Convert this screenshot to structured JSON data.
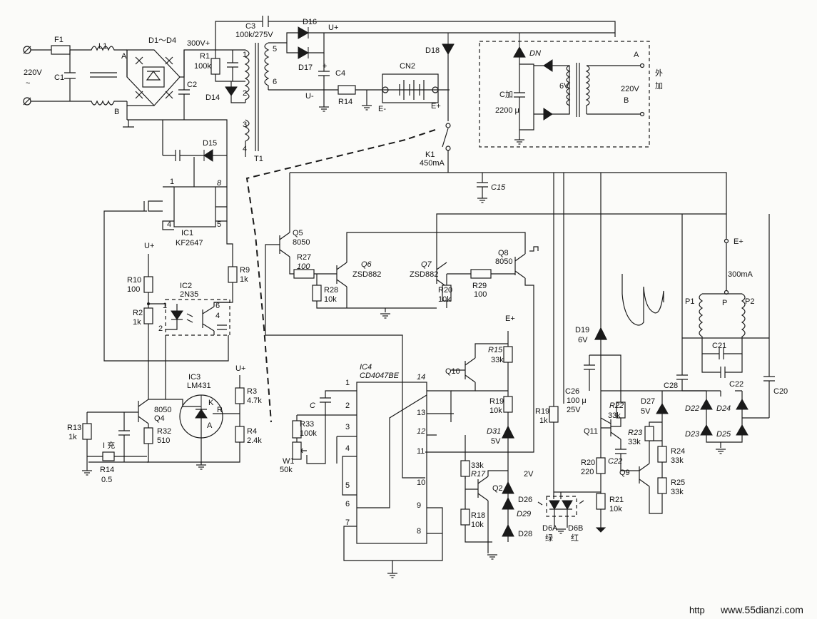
{
  "input": {
    "voltage": "220V",
    "tilde": "~",
    "fuse": "F1",
    "cap": "C1",
    "choke": "L1",
    "node_a": "A",
    "node_b": "B"
  },
  "bridge": {
    "label": "D1～D4",
    "vplus": "300V+",
    "c2": "C2"
  },
  "r1": {
    "name": "R1",
    "value": "100k"
  },
  "c3": {
    "name": "C3",
    "value": "100k/275V"
  },
  "d14": "D14",
  "d15": "D15",
  "d16": "D16",
  "d17": "D17",
  "d18": "D18",
  "t1": {
    "name": "T1",
    "pins": [
      "1",
      "2",
      "3",
      "4",
      "5",
      "6"
    ]
  },
  "rails": {
    "uplus": "U+",
    "uminus": "U-",
    "eplus": "E+",
    "eminus": "E-"
  },
  "c4": "C4",
  "r14_top": "R14",
  "cn2": "CN2",
  "ext": {
    "dn": "DN",
    "c_label": "C加",
    "c_value": "2200 μ",
    "v6": "6V",
    "v220": "220V",
    "a": "A",
    "b": "B",
    "ext_word": "外\n加"
  },
  "k1": {
    "name": "K1",
    "value": "450mA"
  },
  "c15": "C15",
  "ic1": {
    "name": "IC1",
    "part": "KF2647",
    "pins": [
      "1",
      "8",
      "4",
      "5"
    ]
  },
  "r9": {
    "name": "R9",
    "value": "1k"
  },
  "r10": {
    "name": "R10",
    "value": "100"
  },
  "r2": {
    "name": "R2",
    "value": "1k"
  },
  "ic2": {
    "name": "IC2",
    "part": "2N35",
    "pins": [
      "1",
      "2",
      "6",
      "4"
    ]
  },
  "ic3": {
    "name": "IC3",
    "part": "LM431",
    "k": "K",
    "r": "R",
    "a": "A"
  },
  "r3": {
    "name": "R3",
    "value": "4.7k"
  },
  "r4": {
    "name": "R4",
    "value": "2.4k"
  },
  "q4": {
    "type": "8050",
    "name": "Q4"
  },
  "r32": {
    "name": "R32",
    "value": "510"
  },
  "r13": {
    "name": "R13",
    "value": "1k"
  },
  "r14": {
    "name": "R14",
    "value": "0.5"
  },
  "charge": "I 充",
  "q5": {
    "name": "Q5",
    "type": "8050"
  },
  "r27": {
    "name": "R27",
    "value": "100"
  },
  "q6": {
    "name": "Q6",
    "type": "ZSD882"
  },
  "r28": {
    "name": "R28",
    "value": "10k"
  },
  "q7": {
    "name": "Q7",
    "type": "ZSD882"
  },
  "r20a": {
    "name": "R20",
    "value": "10k"
  },
  "r29": {
    "name": "R29",
    "value": "100"
  },
  "q8": {
    "name": "Q8",
    "type": "8050"
  },
  "eplus_out": "E+",
  "i_out": "300mA",
  "coil": {
    "p1": "P1",
    "p": "P",
    "p2": "P2"
  },
  "c21": "C21",
  "c22a": "C22",
  "c28": "C28",
  "c20": "C20",
  "c26": {
    "name": "C26",
    "value": "100 μ",
    "volt": "25V"
  },
  "d19": {
    "name": "D19",
    "value": "6V"
  },
  "ic4": {
    "name": "IC4",
    "part": "CD4047BE",
    "pins_left": [
      "1",
      "2",
      "3",
      "4",
      "5",
      "6",
      "7"
    ],
    "pins_right": [
      "14",
      "13",
      "12",
      "11",
      "10",
      "9",
      "8"
    ]
  },
  "c_osc": "C",
  "r33": {
    "name": "R33",
    "value": "100k"
  },
  "w1": {
    "name": "W1",
    "value": "50k"
  },
  "q10": "Q10",
  "r15": {
    "name": "R15",
    "value": "33k"
  },
  "r19a": {
    "name": "R19",
    "value": "10k"
  },
  "d31": {
    "name": "D31",
    "value": "5V"
  },
  "r19b": {
    "name": "R19",
    "value": "1k"
  },
  "r17": {
    "name": "R17",
    "value": "33k"
  },
  "q2": "Q2",
  "v2": "2V",
  "r18": {
    "name": "R18",
    "value": "10k"
  },
  "d26": "D26",
  "d29": "D29",
  "d28": "D28",
  "d6": {
    "a": "D6A",
    "a_color": "绿",
    "b": "D6B",
    "b_color": "红"
  },
  "q11": "Q11",
  "r22": {
    "name": "R22",
    "value": "33k"
  },
  "d27": {
    "name": "D27",
    "value": "5V"
  },
  "r23": {
    "name": "R23",
    "value": "33k"
  },
  "c22b": "C22",
  "r20b": {
    "name": "R20",
    "value": "220"
  },
  "q9": "Q9",
  "r24": {
    "name": "R24",
    "value": "33k"
  },
  "r25": {
    "name": "R25",
    "value": "33k"
  },
  "r21": {
    "name": "R21",
    "value": "10k"
  },
  "d22": "D22",
  "d23": "D23",
  "d24": "D24",
  "d25": "D25",
  "watermark": {
    "prefix": "http",
    "site": "www.55dianzi.com"
  },
  "colors": {
    "ink": "#1a1a1a",
    "paper": "#fbfbf9"
  }
}
